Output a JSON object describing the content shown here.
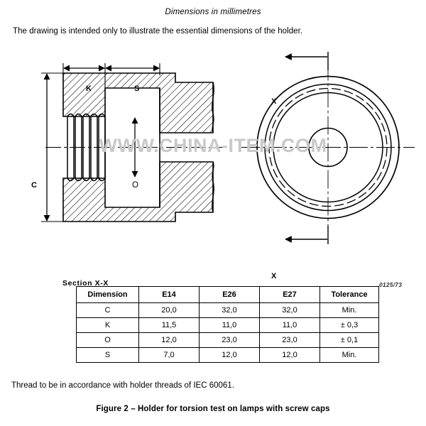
{
  "header": {
    "dimensions_note": "Dimensions in millimetres",
    "intro_note": "The drawing is intended only to illustrate the essential dimensions of the holder."
  },
  "drawing": {
    "section_label": "Section X-X",
    "reference_number": "0125/73",
    "labels": {
      "k": "K",
      "s": "S",
      "c": "C",
      "o": "O",
      "x_top": "X",
      "x_bottom": "X"
    }
  },
  "watermark": {
    "text": "WWW.CHINA-ITEM.COM",
    "color": "#c9c9c9"
  },
  "table": {
    "headers": [
      "Dimension",
      "E14",
      "E26",
      "E27",
      "Tolerance"
    ],
    "rows": [
      [
        "C",
        "20,0",
        "32,0",
        "32,0",
        "Min."
      ],
      [
        "K",
        "11,5",
        "11,0",
        "11,0",
        "± 0,3"
      ],
      [
        "O",
        "12,0",
        "23,0",
        "23,0",
        "± 0,1"
      ],
      [
        "S",
        "7,0",
        "12,0",
        "12,0",
        "Min."
      ]
    ]
  },
  "footer": {
    "thread_note": "Thread to be in accordance with holder threads of IEC 60061.",
    "figure_caption": "Figure 2 – Holder for torsion test on lamps with screw caps"
  }
}
